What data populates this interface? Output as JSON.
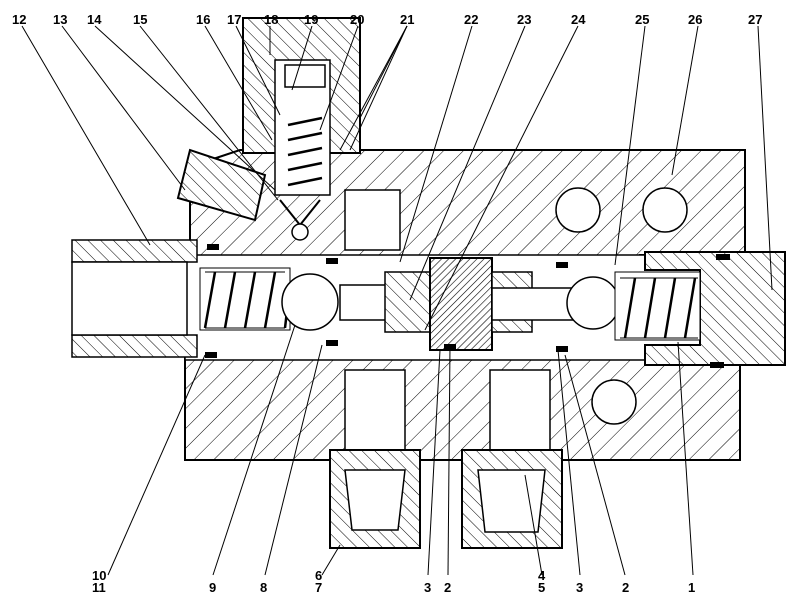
{
  "labels": {
    "top": [
      "12",
      "13",
      "14",
      "15",
      "16",
      "17",
      "18",
      "19",
      "20",
      "21",
      "22",
      "23",
      "24",
      "25",
      "26",
      "27"
    ],
    "bottom": [
      "10",
      "11",
      "9",
      "8",
      "6",
      "7",
      "3",
      "2",
      "4",
      "5",
      "3",
      "2",
      "1"
    ]
  }
}
